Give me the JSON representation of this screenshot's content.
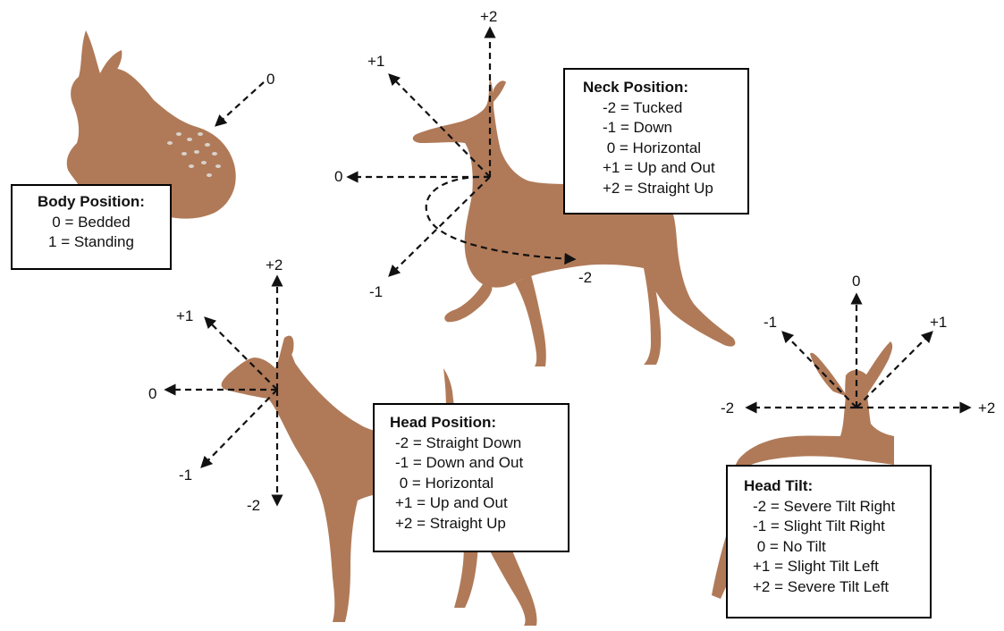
{
  "colors": {
    "deer": "#b07a58",
    "arrow": "#111111",
    "box_border": "#000000"
  },
  "body_position": {
    "title": "Body Position:",
    "items": [
      "0 = Bedded",
      "1 = Standing"
    ],
    "arrow_label": "0"
  },
  "neck_position": {
    "title": "Neck Position:",
    "items": [
      "-2 = Tucked",
      "-1 = Down",
      " 0 = Horizontal",
      "+1 = Up and Out",
      "+2 = Straight Up"
    ],
    "labels": {
      "plus2": "+2",
      "plus1": "+1",
      "zero": "0",
      "minus1": "-1",
      "minus2": "-2"
    }
  },
  "head_position": {
    "title": "Head Position:",
    "items": [
      "-2 = Straight Down",
      "-1 = Down and Out",
      " 0 = Horizontal",
      "+1 = Up and Out",
      "+2 = Straight Up"
    ],
    "labels": {
      "plus2": "+2",
      "plus1": "+1",
      "zero": "0",
      "minus1": "-1",
      "minus2": "-2"
    }
  },
  "head_tilt": {
    "title": "Head Tilt:",
    "items": [
      "-2 = Severe Tilt Right",
      "-1 = Slight Tilt Right",
      " 0 = No Tilt",
      "+1 = Slight Tilt Left",
      "+2 = Severe Tilt Left"
    ],
    "labels": {
      "zero": "0",
      "minus1": "-1",
      "plus1": "+1",
      "minus2": "-2",
      "plus2": "+2"
    }
  }
}
